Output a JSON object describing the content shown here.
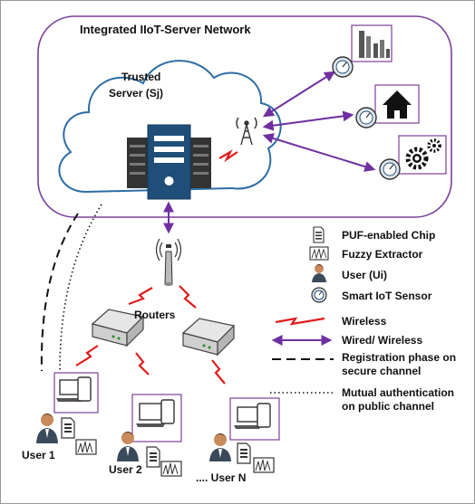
{
  "network": {
    "title": "Integrated IIoT-Server Network",
    "server_label_line1": "Trusted",
    "server_label_line2": "Server (Sj)"
  },
  "routers_label": "Routers",
  "users": [
    {
      "label": "User 1"
    },
    {
      "label": "User 2"
    },
    {
      "label": ".... User N"
    }
  ],
  "legend": [
    {
      "icon": "puf-chip-icon",
      "text": "PUF-enabled Chip"
    },
    {
      "icon": "fuzzy-extractor-icon",
      "text": "Fuzzy Extractor"
    },
    {
      "icon": "user-icon",
      "text": "User (Ui)"
    },
    {
      "icon": "smart-sensor-icon",
      "text": "Smart IoT Sensor"
    },
    {
      "icon": "wireless-link-icon",
      "text": "Wireless"
    },
    {
      "icon": "wired-wireless-arrow-icon",
      "text": "Wired/ Wireless"
    },
    {
      "icon": "dashed-line-icon",
      "text": "Registration phase on secure channel"
    },
    {
      "icon": "dotted-line-icon",
      "text": "Mutual authentication on public channel"
    }
  ],
  "colors": {
    "cloud_outline": "#7b3f98",
    "arrow": "#7030a0",
    "wireless": "#e11c1c",
    "server": "#1f4e79"
  }
}
